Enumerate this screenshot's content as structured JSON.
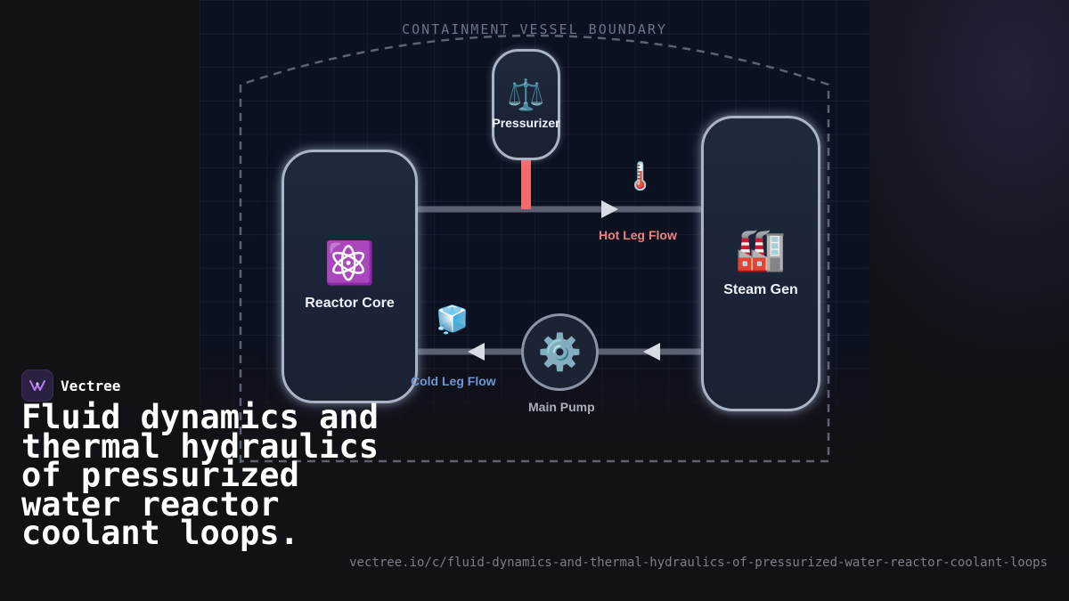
{
  "diagram": {
    "boundary_label": "CONTAINMENT VESSEL BOUNDARY",
    "components": {
      "reactor_core": {
        "label": "Reactor Core",
        "icon": "atom-icon",
        "glyph": "⚛️"
      },
      "steam_gen": {
        "label": "Steam Gen",
        "icon": "factory-icon",
        "glyph": "🏭"
      },
      "pressurizer": {
        "label": "Pressurizer",
        "icon": "balance-scale-icon",
        "glyph": "⚖️"
      },
      "main_pump": {
        "label": "Main Pump",
        "icon": "gear-icon",
        "glyph": "⚙️"
      }
    },
    "flows": {
      "hot_leg": {
        "label": "Hot Leg Flow",
        "icon": "thermometer-icon",
        "glyph": "🌡️",
        "color": "#f08080"
      },
      "cold_leg": {
        "label": "Cold Leg Flow",
        "icon": "ice-cube-icon",
        "glyph": "🧊",
        "color": "#7096d0"
      }
    },
    "colors": {
      "pipe": "#5b6070",
      "pressurizer_link": "#f26a6a",
      "arrow": "#d8dce4",
      "vessel_border": "#aab4c4"
    }
  },
  "brand": {
    "name": "Vectree",
    "logo_icon": "vectree-logo-icon"
  },
  "headline": "Fluid dynamics and thermal hydraulics of pressurized water reactor coolant loops.",
  "url": "vectree.io/c/fluid-dynamics-and-thermal-hydraulics-of-pressurized-water-reactor-coolant-loops"
}
